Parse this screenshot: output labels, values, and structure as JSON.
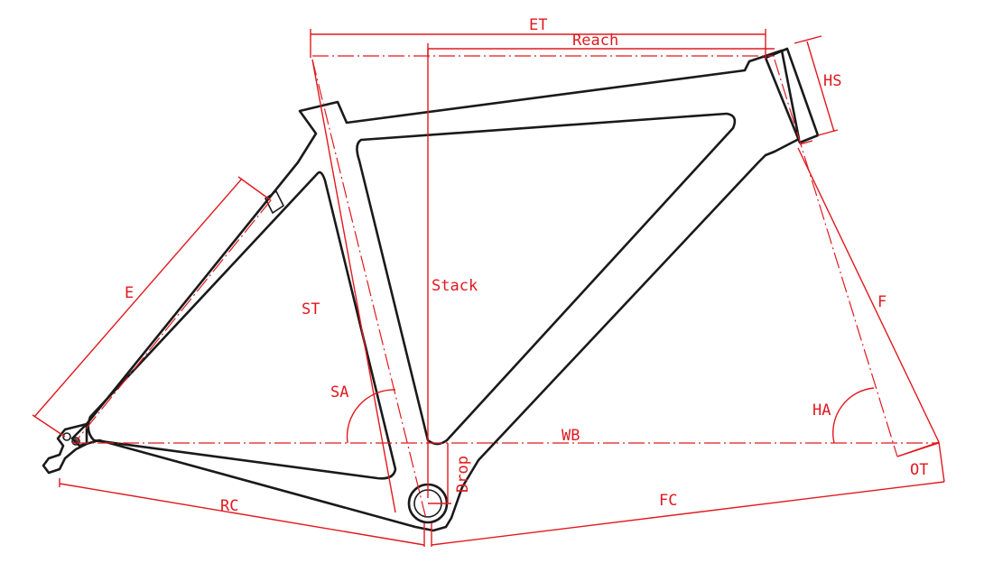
{
  "colors": {
    "dimension": "#e0191f",
    "frame": "#1a1a1a",
    "background": "#ffffff"
  },
  "labels": {
    "et": "ET",
    "reach": "Reach",
    "hs": "HS",
    "stack": "Stack",
    "st": "ST",
    "e": "E",
    "f": "F",
    "sa": "SA",
    "ha": "HA",
    "wb": "WB",
    "drop": "Drop",
    "rc": "RC",
    "fc": "FC",
    "ot": "OT"
  }
}
